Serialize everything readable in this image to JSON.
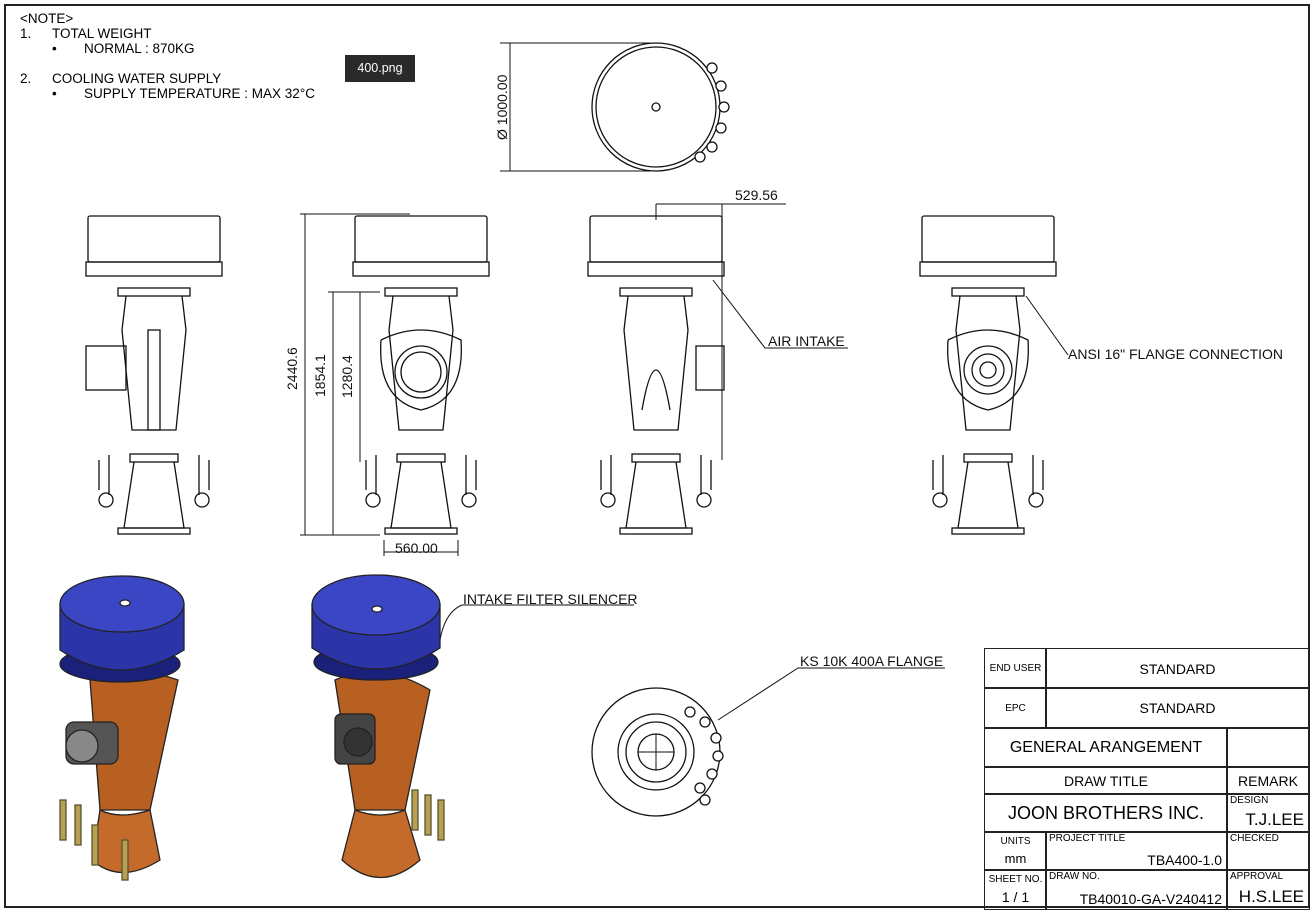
{
  "viewer": {
    "tooltip": "400.png"
  },
  "notes": {
    "heading": "<NOTE>",
    "items": [
      {
        "num": "1.",
        "title": "TOTAL WEIGHT",
        "bullet": "•",
        "detail": "NORMAL : 870KG"
      },
      {
        "num": "2.",
        "title": "COOLING WATER SUPPLY",
        "bullet": "•",
        "detail": "SUPPLY TEMPERATURE : MAX 32°C"
      }
    ]
  },
  "dimensions": {
    "diameter": "Ø 1000.00",
    "width_offset": "529.56",
    "total_height": "2440.6",
    "height_2": "1854.1",
    "height_3": "1280.4",
    "base_width": "560.00"
  },
  "callouts": {
    "air_intake": "AIR INTAKE",
    "flange_connection": "ANSI 16\" FLANGE CONNECTION",
    "intake_filter": "INTAKE FILTER SILENCER",
    "ks_flange": "KS 10K 400A FLANGE"
  },
  "colors": {
    "silencer_blue": "#2b35a8",
    "body_copper": "#c46a2a"
  },
  "title_block": {
    "end_user_label": "END USER",
    "end_user_value": "STANDARD",
    "epc_label": "EPC",
    "epc_value": "STANDARD",
    "general": "GENERAL ARANGEMENT",
    "draw_title_label": "DRAW TITLE",
    "remark_label": "REMARK",
    "company": "JOON BROTHERS INC.",
    "design_label": "DESIGN",
    "design_value": "T.J.LEE",
    "units_label": "UNITS",
    "units_value": "mm",
    "project_title_label": "PROJECT TITLE",
    "project_title_value": "TBA400-1.0",
    "checked_label": "CHECKED",
    "sheet_label": "SHEET NO.",
    "sheet_value": "1 / 1",
    "draw_no_label": "DRAW NO.",
    "draw_no_value": "TB40010-GA-V240412",
    "approval_label": "APPROVAL",
    "approval_value": "H.S.LEE"
  }
}
